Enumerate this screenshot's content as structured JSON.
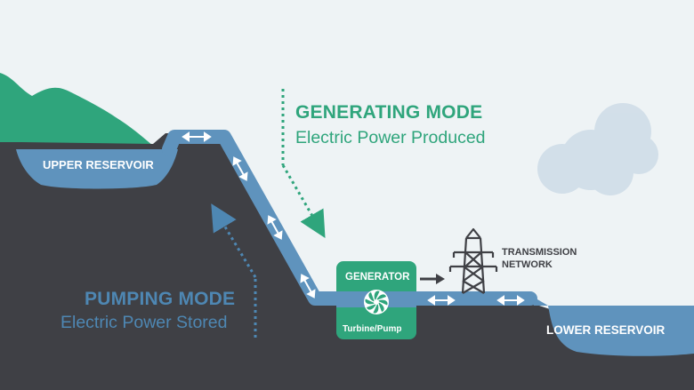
{
  "generating": {
    "title": "GENERATING MODE",
    "subtitle": "Electric Power Produced",
    "color": "#2fa57c"
  },
  "pumping": {
    "title": "PUMPING MODE",
    "subtitle": "Electric Power Stored",
    "color": "#4e87b3"
  },
  "labels": {
    "upper_reservoir": "UPPER RESERVOIR",
    "lower_reservoir": "LOWER RESERVOIR",
    "generator": "GENERATOR",
    "turbine_pump": "Turbine/Pump",
    "transmission_line1": "TRANSMISSION",
    "transmission_line2": "NETWORK"
  },
  "colors": {
    "background": "#eef3f5",
    "ground": "#3f4045",
    "water": "#5f93bd",
    "hill": "#2fa57c",
    "cloud": "#cfdde8"
  },
  "icons": [
    "double-arrow-icon",
    "turbine-icon",
    "transmission-tower-icon",
    "cloud-icon",
    "arrow-right-icon"
  ]
}
